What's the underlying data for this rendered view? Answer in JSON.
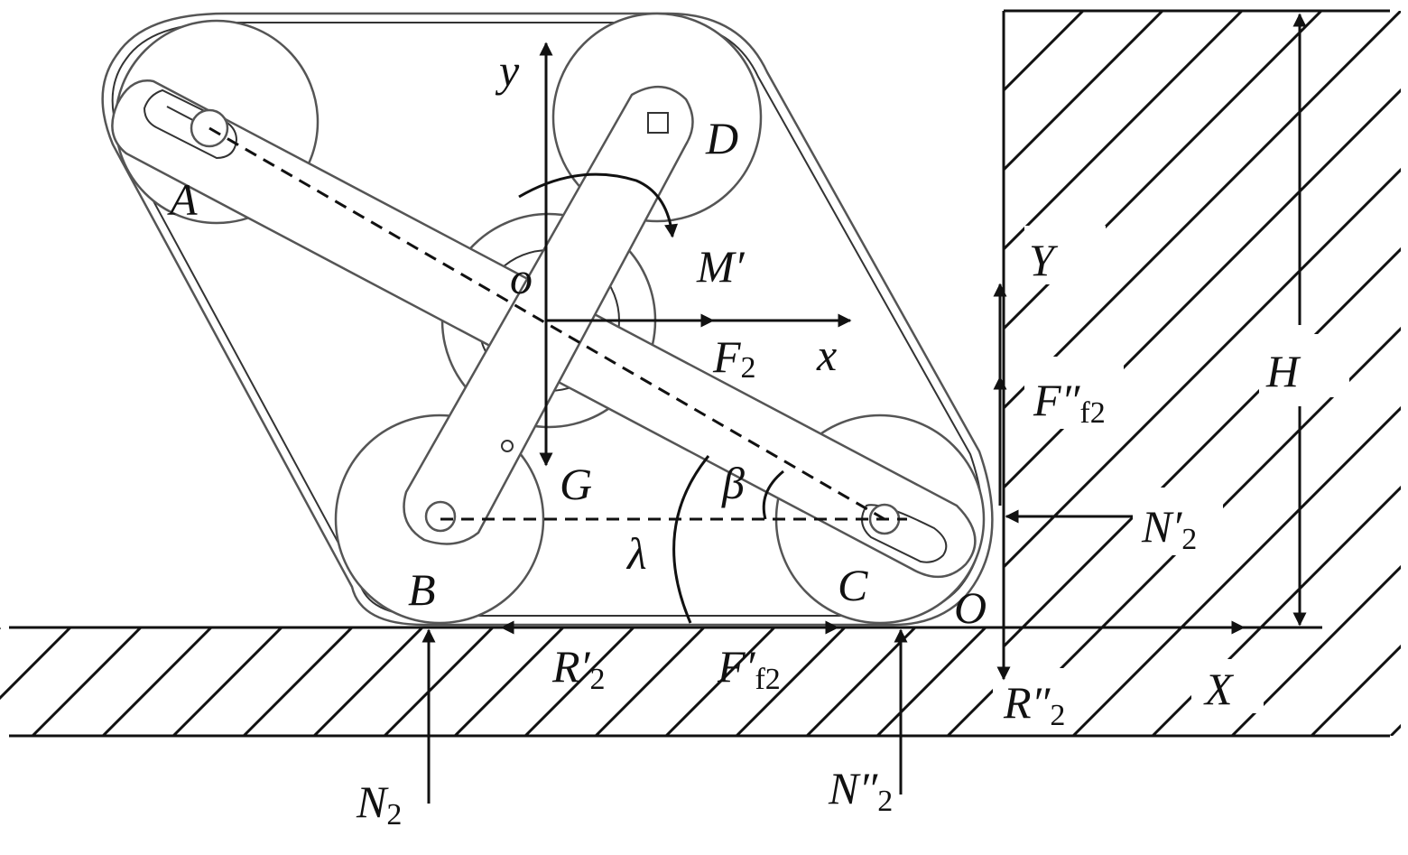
{
  "labels": {
    "A": "A",
    "B": "B",
    "C": "C",
    "D": "D",
    "o": "o",
    "O": "O",
    "x": "x",
    "y": "y",
    "X": "X",
    "Y": "Y",
    "G": "G",
    "H": "H",
    "M_prime": "M′",
    "beta": "β",
    "lambda": "λ",
    "F2": "F",
    "F2_sub": "2",
    "Ff2_pp": "F″",
    "Ff2_pp_sub": "f2",
    "Ff2_p": "F′",
    "Ff2_p_sub": "f2",
    "N2p": "N′",
    "N2p_sub": "2",
    "R2p": "R′",
    "R2p_sub": "2",
    "R2pp": "R″",
    "R2pp_sub": "2",
    "N2": "N",
    "N2_sub": "2",
    "N2pp": "N″",
    "N2pp_sub": "2"
  }
}
